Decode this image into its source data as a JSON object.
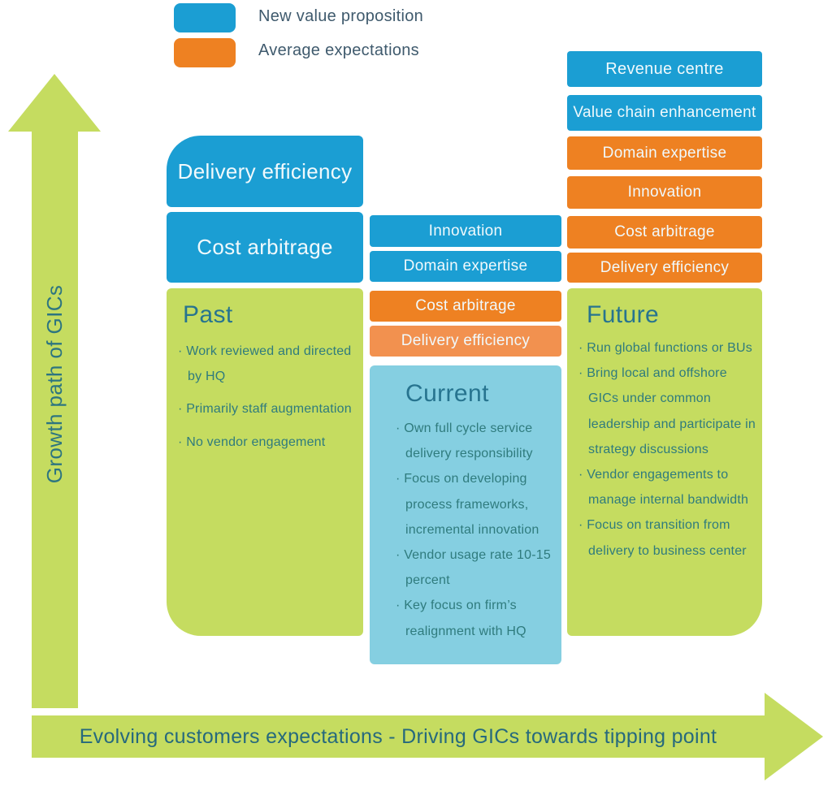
{
  "palette": {
    "new_value_blue": "#1b9ed3",
    "average_orange": "#ee8122",
    "average_orange_light": "#f2914f",
    "panel_green": "#c5dc60",
    "panel_light_blue": "#85cfe1",
    "heading_teal": "#27748f",
    "body_teal": "#2f7b7d"
  },
  "legend": {
    "items": [
      {
        "label": "New value proposition",
        "swatch": "blue-rounded-rect"
      },
      {
        "label": "Average expectations",
        "swatch": "orange-rounded-rect"
      }
    ]
  },
  "y_axis_label": "Growth path of GICs",
  "x_axis_label": "Evolving customers expectations - Driving GICs towards tipping point",
  "columns": {
    "past": {
      "title": "Past",
      "boxes": [
        {
          "label": "Delivery efficiency",
          "type": "new-value-proposition"
        },
        {
          "label": "Cost arbitrage",
          "type": "new-value-proposition"
        }
      ],
      "bullets": [
        "Work reviewed and directed by HQ",
        "Primarily staff augmentation",
        "No vendor engagement"
      ]
    },
    "current": {
      "title": "Current",
      "boxes": [
        {
          "label": "Innovation",
          "type": "new-value-proposition"
        },
        {
          "label": "Domain expertise",
          "type": "new-value-proposition"
        },
        {
          "label": "Cost arbitrage",
          "type": "average-expectations"
        },
        {
          "label": "Delivery efficiency",
          "type": "average-expectations-light"
        }
      ],
      "bullets": [
        "Own full cycle service delivery responsibility",
        "Focus on developing process frameworks, incremental innovation",
        "Vendor usage rate 10-15 percent",
        "Key focus on firm’s realignment with HQ"
      ]
    },
    "future": {
      "title": "Future",
      "boxes": [
        {
          "label": "Revenue centre",
          "type": "new-value-proposition"
        },
        {
          "label": "Value chain enhancement",
          "type": "new-value-proposition"
        },
        {
          "label": "Domain expertise",
          "type": "average-expectations"
        },
        {
          "label": "Innovation",
          "type": "average-expectations"
        },
        {
          "label": "Cost arbitrage",
          "type": "average-expectations"
        },
        {
          "label": "Delivery efficiency",
          "type": "average-expectations"
        }
      ],
      "bullets": [
        "Run global functions or BUs",
        "Bring local and offshore GICs under common leadership and participate in strategy discussions",
        "Vendor engagements to manage internal bandwidth",
        "Focus on transition from delivery to business center"
      ]
    }
  }
}
